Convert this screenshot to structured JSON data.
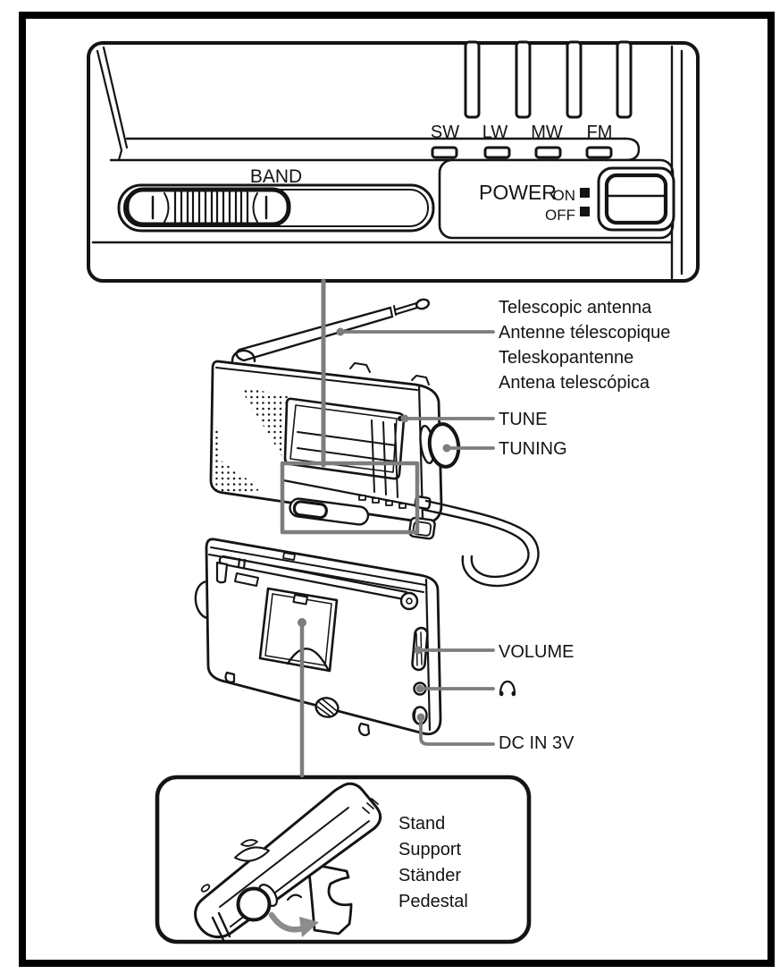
{
  "page": {
    "type": "radio instruction manual parts diagram",
    "background": "#ffffff",
    "border_color": "#000000"
  },
  "top_panel_view": {
    "band_label": "BAND",
    "band_names": [
      "SW",
      "LW",
      "MW",
      "FM"
    ],
    "power_label": "POWER",
    "power_on": "ON",
    "power_off": "OFF"
  },
  "labels": {
    "antenna_lines": [
      "Telescopic antenna",
      "Antenne télescopique",
      "Teleskopantenne",
      "Antena telescópica"
    ],
    "tune": "TUNE",
    "tuning": "TUNING",
    "volume": "VOLUME",
    "headphones_icon": "headphones",
    "dc_in": "DC IN 3V",
    "stand_lines": [
      "Stand",
      "Support",
      "Ständer",
      "Pedestal"
    ]
  },
  "colors": {
    "line": "#141414",
    "leader_gray": "#7d7d7d",
    "arrow_gray": "#8c8c8c"
  }
}
